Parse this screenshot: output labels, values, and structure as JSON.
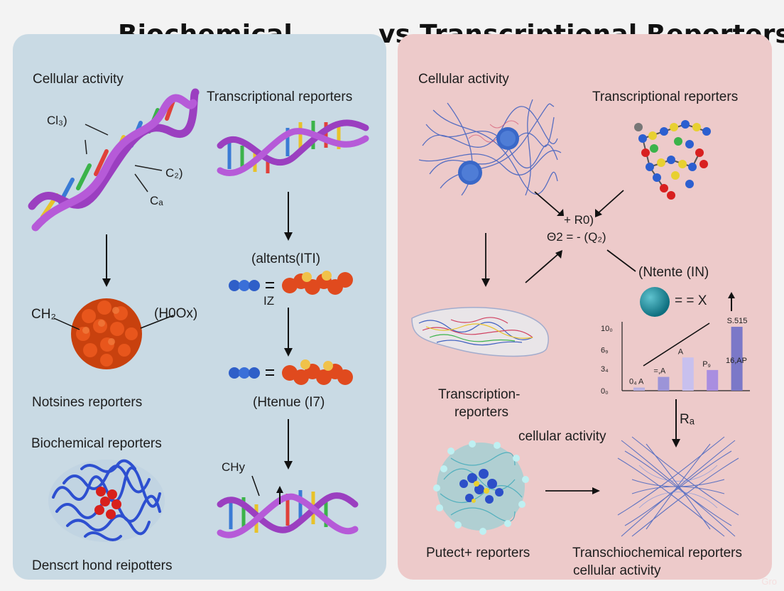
{
  "title": {
    "left": "Biochemical",
    "vs": "vs",
    "right": "Transcriptional Reporters"
  },
  "left": {
    "cellular_activity": "Cellular activity",
    "transcriptional_reporters": "Transcriptional reporters",
    "dna_labels": [
      "Cl₃)",
      "C₂)",
      "Cₐ"
    ],
    "protein_labels": [
      "CH₂",
      "(H0Ox)"
    ],
    "latents": "(altents(ITI)",
    "iz": "IZ",
    "htenue": "(Htenue (I7)",
    "notsines": "Notsines reporters",
    "biochemical_reporters": "Biochemical reporters",
    "chy": "CHy",
    "densert": "Denscrt hond reipotters"
  },
  "right": {
    "cellular_activity": "Cellular activity",
    "transcriptional_reporters": "Transcriptional reporters",
    "eq_line1": "+ R0)",
    "eq_line2": "Θ2 = - (Q₂)",
    "ntente": "(Ntente (IN)",
    "x_eq": "= = X",
    "transcription_line1": "Transcription-",
    "transcription_line2": "reporters",
    "cellular_activity_lower": "cellular activity",
    "ra": "Rₐ",
    "putect": "Putect+ reporters",
    "transchem_line1": "Transchiochemical reporters",
    "transchem_line2": "cellular activity"
  },
  "chart_data": {
    "type": "bar",
    "y_tick_labels": [
      "10₀",
      "6₉",
      "3₄",
      "0₀"
    ],
    "categories": [
      "0₄ A",
      "=,A",
      "A",
      "P₉",
      "S.515"
    ],
    "values": [
      0.5,
      2.2,
      5.3,
      3.3,
      10.2
    ],
    "annotation": "16,AP",
    "colors": [
      "#b8b0e0",
      "#9c94d8",
      "#c8c0ee",
      "#a98ee0",
      "#7b78c8"
    ],
    "ylim": [
      0,
      11
    ]
  },
  "watermark": "Gro"
}
